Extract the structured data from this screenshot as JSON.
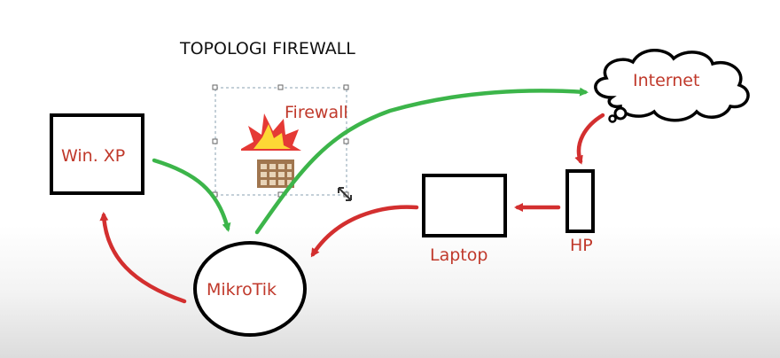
{
  "title": "TOPOLOGI FIREWALL",
  "nodes": {
    "winxp": "Win. XP",
    "firewall": "Firewall",
    "internet": "Internet",
    "mikrotik": "MikroTik",
    "laptop": "Laptop",
    "hp": "HP"
  },
  "icons": {
    "firewall": "firewall-icon",
    "cloud": "cloud-icon"
  },
  "colors": {
    "label": "#c0392b",
    "green_arrow": "#3cb54a",
    "red_arrow": "#d32f2f",
    "outline": "#000000"
  }
}
